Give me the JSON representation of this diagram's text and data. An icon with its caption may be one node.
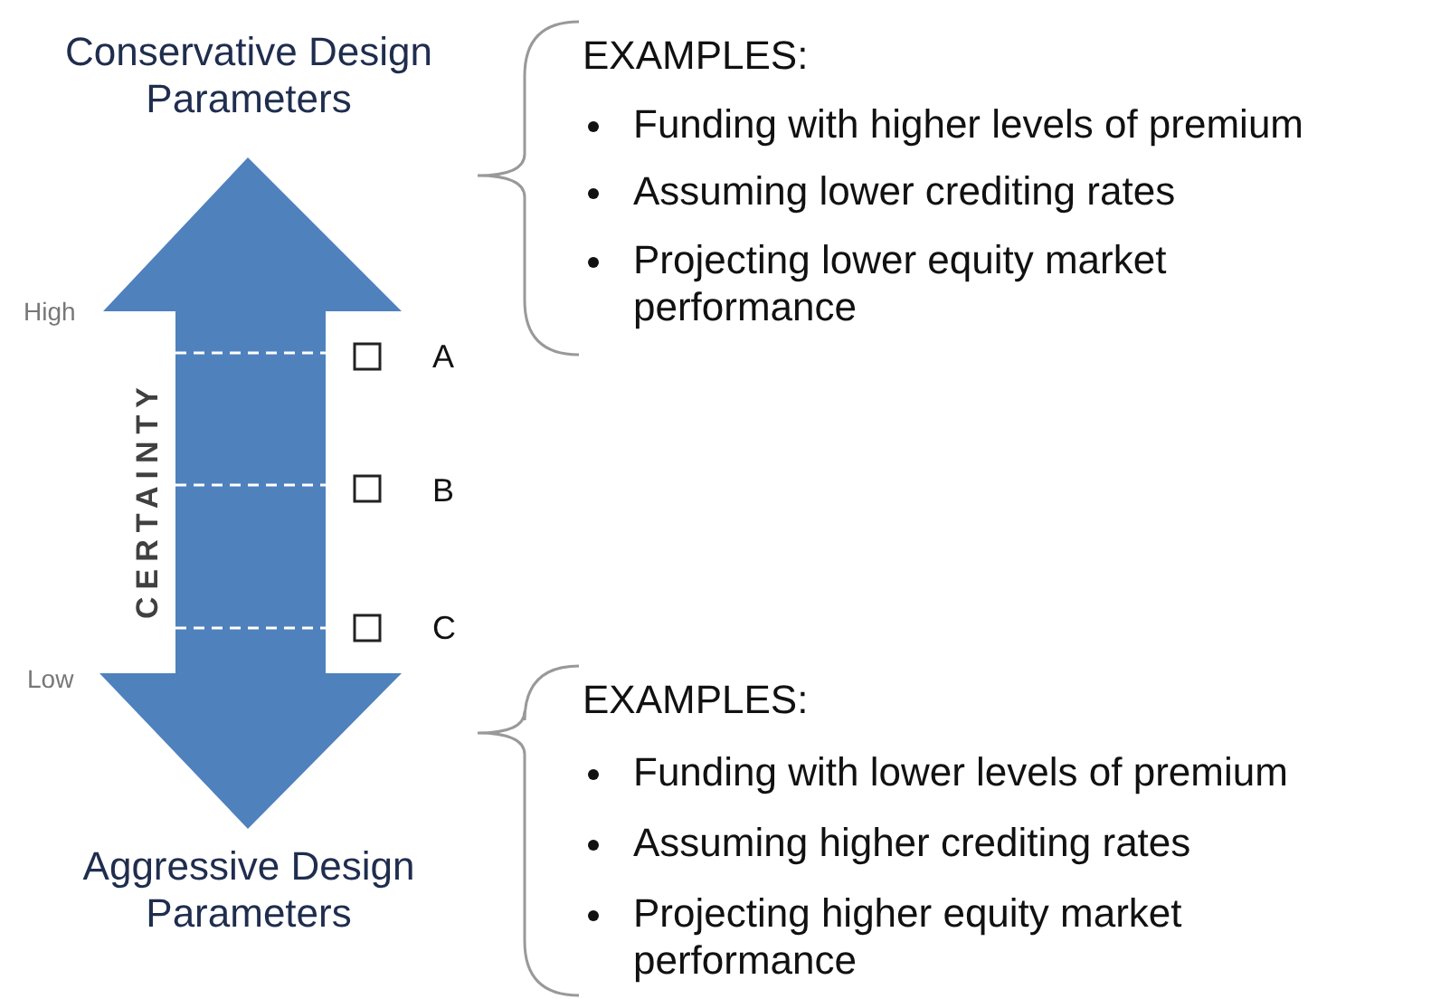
{
  "diagram": {
    "labels": [
      "Conservative Design Parameters",
      "EXAMPLES:",
      "Funding with higher levels of premium",
      "Assuming lower crediting rates",
      "Projecting lower equity market performance",
      "High",
      "A",
      "CERTAINTY",
      "B",
      "C",
      "Low",
      "EXAMPLES:",
      "Funding with lower levels of premium",
      "Assuming higher crediting rates",
      "Projecting higher equity market performance",
      "Aggressive Design Parameters"
    ]
  }
}
